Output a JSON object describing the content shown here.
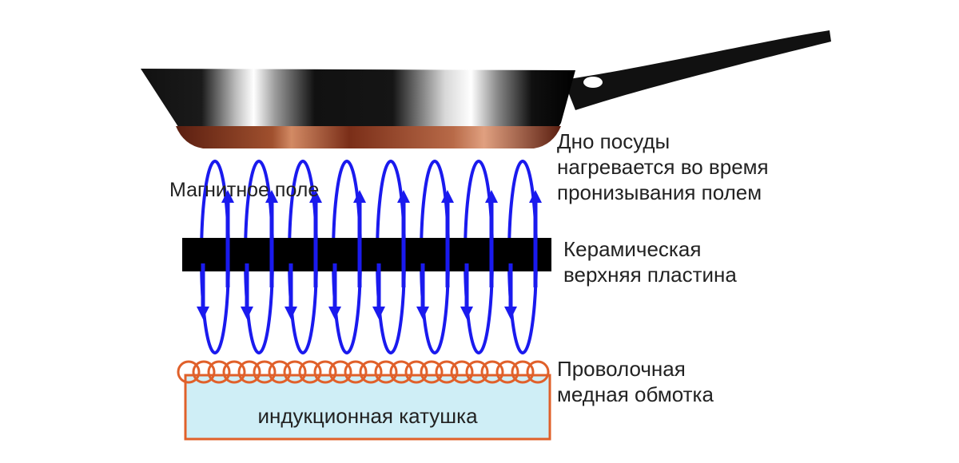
{
  "labels": {
    "pan_bottom_line1": "Дно посуды",
    "pan_bottom_line2": "нагревается во время",
    "pan_bottom_line3": "пронизывания полем",
    "magnetic_field": "Магнитное поле",
    "ceramic_line1": "Керамическая",
    "ceramic_line2": "верхняя пластина",
    "wire_line1": "Проволочная",
    "wire_line2": "медная обмотка",
    "coil": "индукционная катушка"
  },
  "colors": {
    "field": "#1a1aee",
    "plate": "#000000",
    "copper": "#e0602a",
    "coil_fill": "#cfeef6",
    "pan_base": "#8a3a22",
    "text": "#222222"
  }
}
